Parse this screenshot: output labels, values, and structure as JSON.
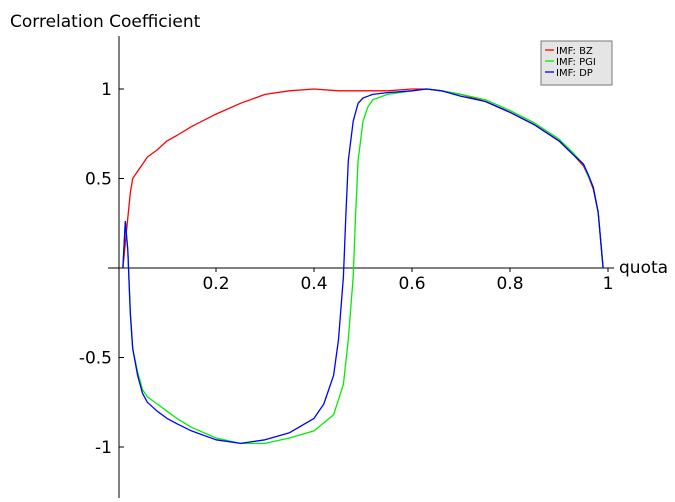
{
  "chart_data": {
    "type": "line",
    "ylabel": "Correlation Coefficient",
    "xlabel": "quota",
    "xlim": [
      0,
      1
    ],
    "ylim": [
      -1.27,
      1.27
    ],
    "x_ticks": [
      0.2,
      0.4,
      0.6,
      0.8,
      1
    ],
    "x_tick_labels": [
      "0.2",
      "0.4",
      "0.6",
      "0.8",
      "1"
    ],
    "y_ticks": [
      -1,
      -0.5,
      0.5,
      1
    ],
    "y_tick_labels": [
      "-1",
      "-0.5",
      "0.5",
      "1"
    ],
    "grid": false,
    "legend_position": "top-right",
    "series": [
      {
        "name": "IMF: BZ",
        "color": "#ff0000",
        "x": [
          0.01,
          0.02,
          0.025,
          0.03,
          0.04,
          0.05,
          0.06,
          0.08,
          0.1,
          0.12,
          0.15,
          0.2,
          0.25,
          0.3,
          0.35,
          0.4,
          0.45,
          0.5,
          0.55,
          0.6,
          0.63,
          0.66,
          0.7,
          0.75,
          0.8,
          0.85,
          0.9,
          0.93,
          0.95,
          0.96,
          0.97,
          0.98,
          0.99
        ],
        "y": [
          0,
          0.28,
          0.42,
          0.5,
          0.54,
          0.58,
          0.62,
          0.66,
          0.71,
          0.74,
          0.79,
          0.86,
          0.92,
          0.97,
          0.99,
          1.0,
          0.99,
          0.99,
          0.99,
          1.0,
          1.0,
          0.99,
          0.97,
          0.93,
          0.87,
          0.8,
          0.71,
          0.63,
          0.57,
          0.51,
          0.44,
          0.31,
          0
        ]
      },
      {
        "name": "IMF: PGI",
        "color": "#00ee00",
        "x": [
          0.01,
          0.015,
          0.02,
          0.025,
          0.03,
          0.04,
          0.05,
          0.06,
          0.08,
          0.1,
          0.12,
          0.15,
          0.2,
          0.25,
          0.3,
          0.35,
          0.4,
          0.44,
          0.46,
          0.47,
          0.48,
          0.485,
          0.49,
          0.5,
          0.51,
          0.52,
          0.55,
          0.6,
          0.63,
          0.66,
          0.7,
          0.75,
          0.8,
          0.85,
          0.9,
          0.93,
          0.95,
          0.96,
          0.97,
          0.98,
          0.99
        ],
        "y": [
          0,
          0.26,
          0.1,
          -0.25,
          -0.45,
          -0.58,
          -0.68,
          -0.72,
          -0.76,
          -0.8,
          -0.84,
          -0.89,
          -0.95,
          -0.98,
          -0.98,
          -0.95,
          -0.91,
          -0.82,
          -0.65,
          -0.4,
          -0.05,
          0.3,
          0.6,
          0.82,
          0.9,
          0.94,
          0.97,
          0.99,
          1.0,
          0.99,
          0.97,
          0.94,
          0.88,
          0.81,
          0.72,
          0.64,
          0.58,
          0.51,
          0.45,
          0.31,
          0
        ]
      },
      {
        "name": "IMF: DP",
        "color": "#0000ff",
        "x": [
          0.01,
          0.015,
          0.02,
          0.025,
          0.03,
          0.04,
          0.05,
          0.06,
          0.08,
          0.1,
          0.12,
          0.15,
          0.2,
          0.25,
          0.3,
          0.35,
          0.4,
          0.42,
          0.44,
          0.45,
          0.46,
          0.465,
          0.47,
          0.48,
          0.49,
          0.5,
          0.51,
          0.52,
          0.55,
          0.6,
          0.63,
          0.66,
          0.7,
          0.75,
          0.8,
          0.85,
          0.9,
          0.93,
          0.95,
          0.96,
          0.97,
          0.98,
          0.99
        ],
        "y": [
          0,
          0.26,
          0.1,
          -0.25,
          -0.45,
          -0.6,
          -0.7,
          -0.75,
          -0.8,
          -0.84,
          -0.87,
          -0.91,
          -0.96,
          -0.98,
          -0.96,
          -0.92,
          -0.84,
          -0.76,
          -0.6,
          -0.4,
          -0.05,
          0.3,
          0.6,
          0.82,
          0.92,
          0.95,
          0.96,
          0.97,
          0.98,
          0.99,
          1.0,
          0.99,
          0.96,
          0.93,
          0.87,
          0.8,
          0.71,
          0.63,
          0.58,
          0.52,
          0.45,
          0.31,
          0
        ]
      }
    ]
  }
}
